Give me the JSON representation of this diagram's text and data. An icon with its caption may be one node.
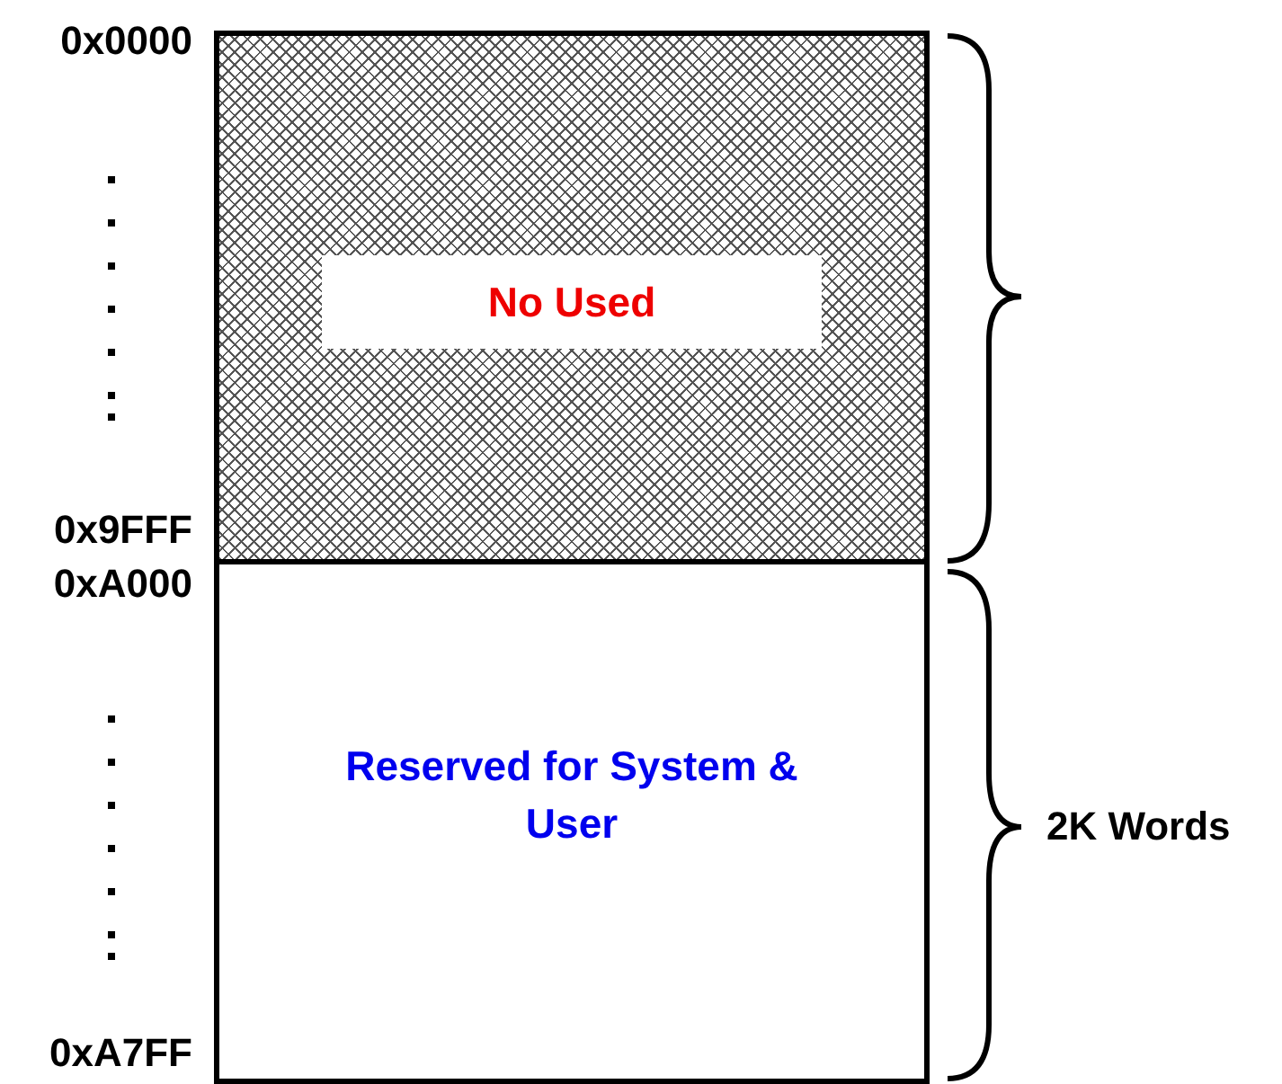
{
  "diagram": {
    "nodes": [
      {
        "text": [
          "No Used"
        ]
      },
      {
        "text": [
          "Reserved for System & User"
        ]
      }
    ],
    "labels": [
      "0x0000",
      "0x9FFF",
      "0xA000",
      "0xA7FF",
      "2K Words"
    ]
  }
}
